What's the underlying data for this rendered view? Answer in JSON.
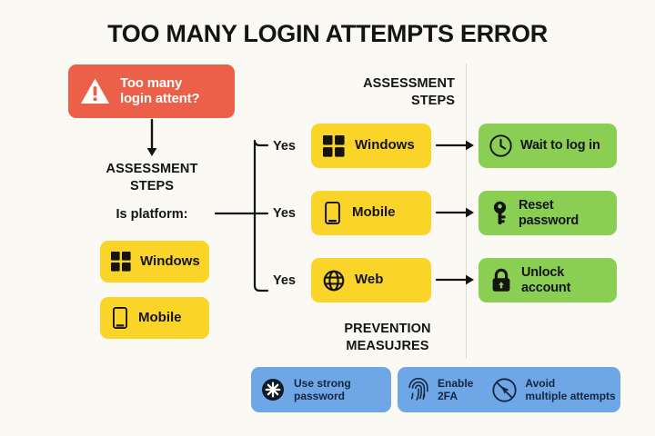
{
  "title": "TOO MANY LOGIN ATTEMPTS ERROR",
  "colors": {
    "background": "#FBF9F4",
    "alert_red": "#EC5F48",
    "yellow": "#FBD42A",
    "green": "#8ACE54",
    "blue": "#6FA6E5",
    "text": "#141414",
    "divider": "#d9d9d6"
  },
  "alert": {
    "icon": "warning-triangle-icon",
    "line1": "Too many",
    "line2": "login attent?"
  },
  "left_column": {
    "caption_line1": "ASSESSMENT",
    "caption_line2": "STEPS",
    "question": "Is platform:",
    "options": [
      {
        "label": "Windows",
        "icon": "windows-logo-icon"
      },
      {
        "label": "Mobile",
        "icon": "mobile-phone-icon"
      }
    ]
  },
  "middle_column": {
    "caption_line1": "ASSESSMENT",
    "caption_line2": "STEPS",
    "branch_labels": [
      "Yes",
      "Yes",
      "Yes"
    ],
    "steps": [
      {
        "label": "Windows",
        "icon": "windows-logo-icon"
      },
      {
        "label": "Mobile",
        "icon": "mobile-phone-icon"
      },
      {
        "label": "Web",
        "icon": "globe-icon"
      }
    ]
  },
  "right_column": {
    "actions": [
      {
        "label": "Wait to log in",
        "icon": "clock-icon"
      },
      {
        "label": "Reset password",
        "icon": "key-icon"
      },
      {
        "label": "Unlock account",
        "icon": "lock-icon"
      }
    ]
  },
  "prevention": {
    "caption_line1": "PREVENTION",
    "caption_line2": "MEASUJRES",
    "measures": [
      {
        "line1": "Use strong",
        "line2": "password",
        "icon": "password-asterisk-icon"
      },
      {
        "line1": "Enable",
        "line2": "2FA",
        "icon": "fingerprint-icon"
      },
      {
        "line1": "Avoid",
        "line2": "multiple attempts",
        "icon": "no-click-icon"
      }
    ]
  }
}
